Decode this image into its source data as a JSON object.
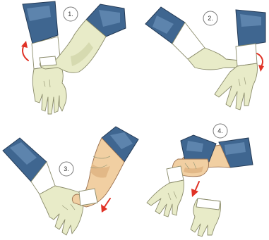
{
  "steps": [
    {
      "number": "1."
    },
    {
      "number": "2."
    },
    {
      "number": "3."
    },
    {
      "number": "4."
    }
  ],
  "colors": {
    "sleeve": "#3f6690",
    "glove": "#e8ebc8",
    "cuff": "#ffffff",
    "skin": "#f1cfa2",
    "arrow": "#e03226"
  }
}
